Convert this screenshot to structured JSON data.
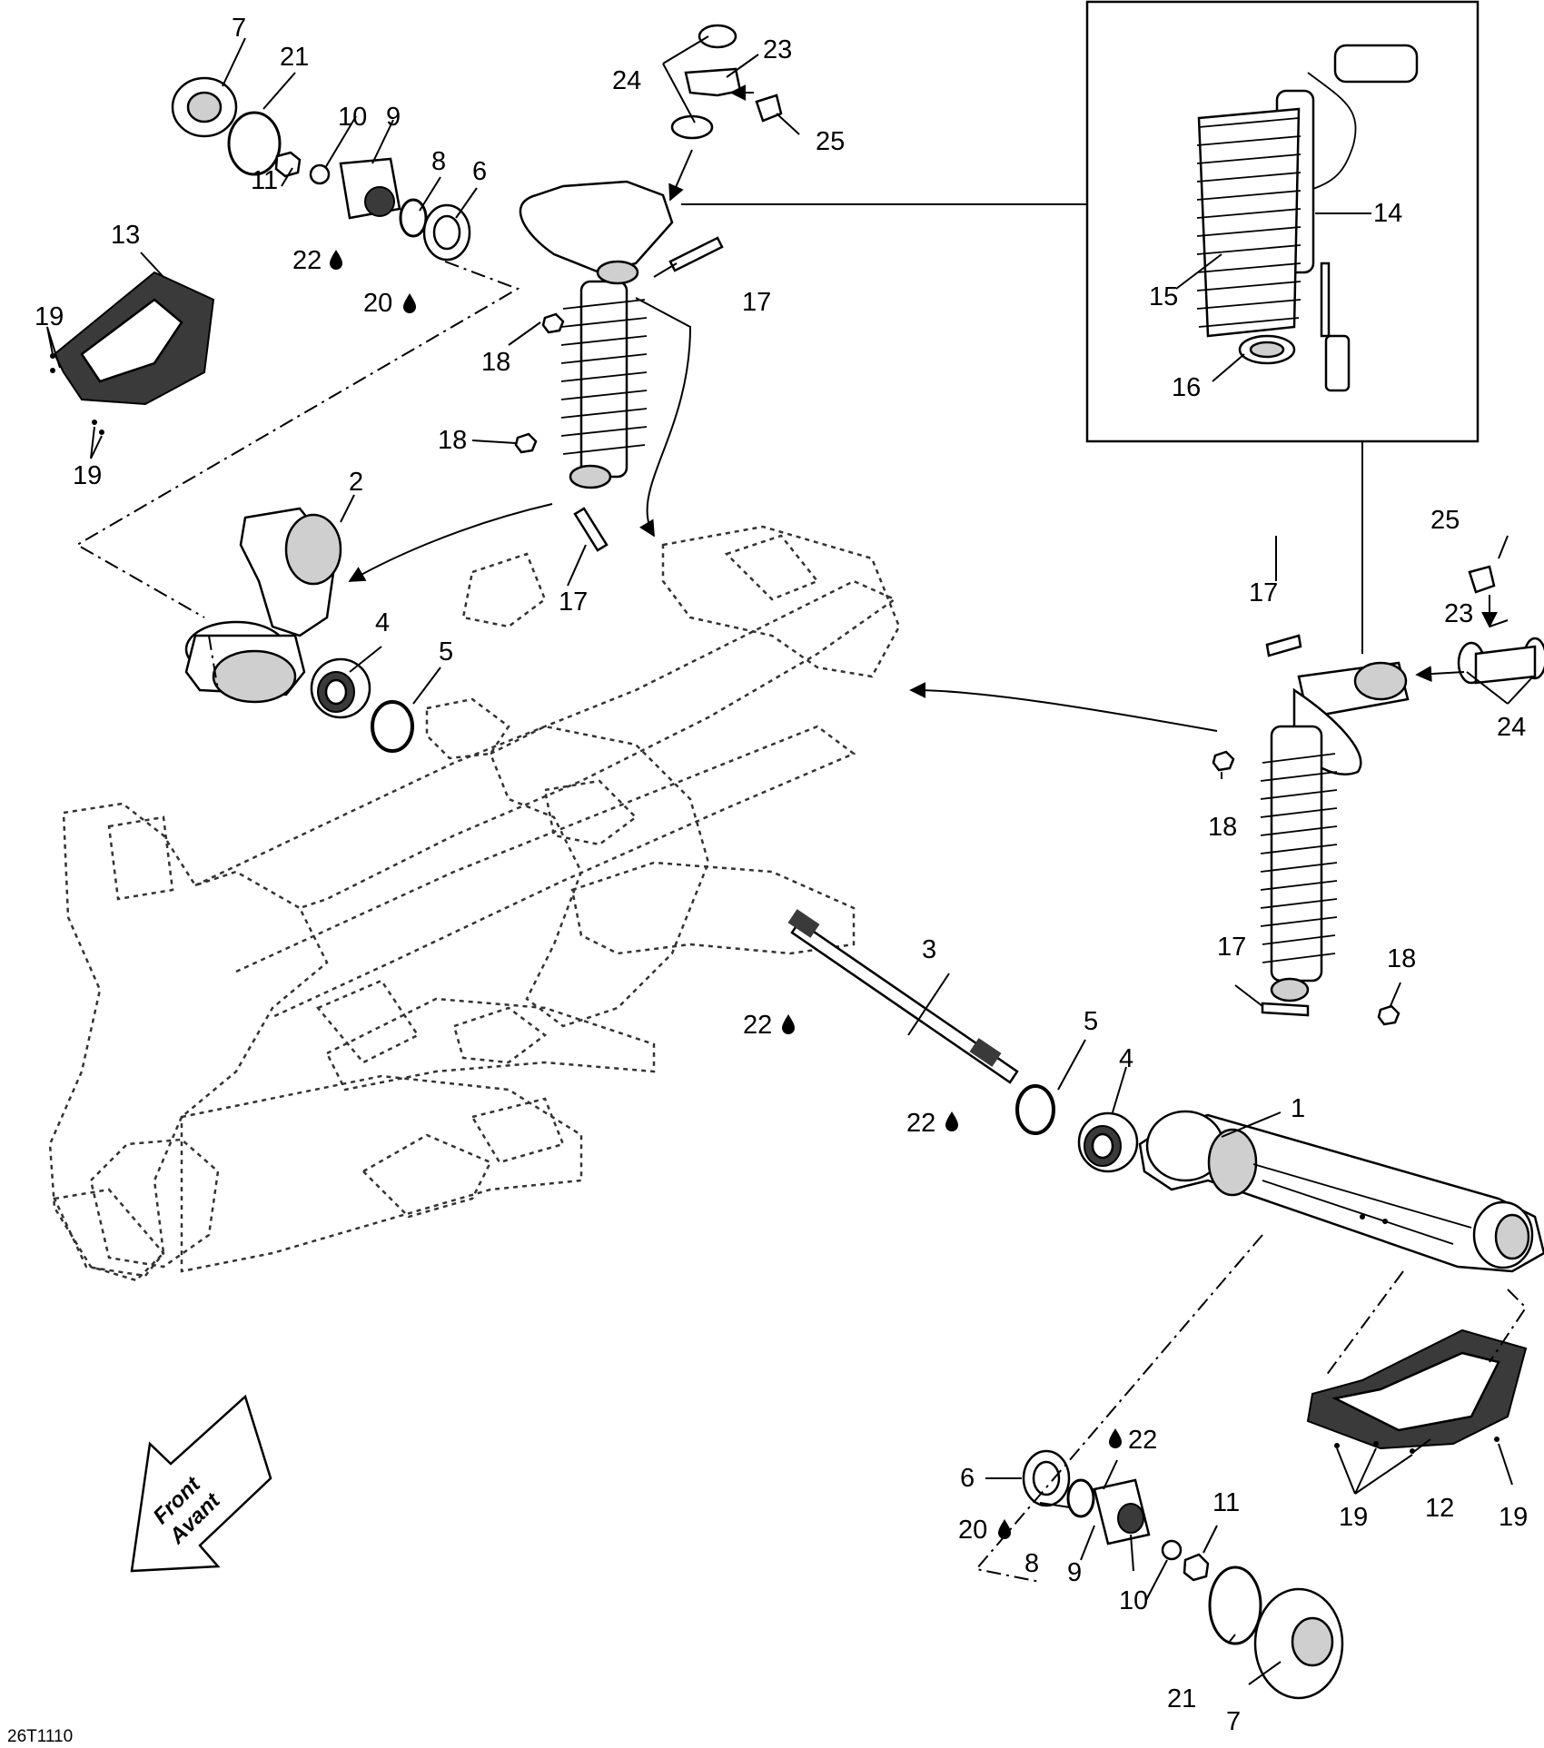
{
  "callouts": {
    "n1": "1",
    "n2": "2",
    "n3": "3",
    "n4a": "4",
    "n4b": "4",
    "n5a": "5",
    "n5b": "5",
    "n6a": "6",
    "n6b": "6",
    "n7a": "7",
    "n7b": "7",
    "n8a": "8",
    "n8b": "8",
    "n9a": "9",
    "n9b": "9",
    "n10a": "10",
    "n10b": "10",
    "n11a": "11",
    "n11b": "11",
    "n12": "12",
    "n13": "13",
    "n14": "14",
    "n15": "15",
    "n16": "16",
    "n17a": "17",
    "n17b": "17",
    "n17c": "17",
    "n17d": "17",
    "n18a": "18",
    "n18b": "18",
    "n18c": "18",
    "n18d": "18",
    "n19a": "19",
    "n19b": "19",
    "n19c": "19",
    "n19d": "19",
    "n20a": "20",
    "n20b": "20",
    "n21a": "21",
    "n21b": "21",
    "n22a": "22",
    "n22b": "22",
    "n22c": "22",
    "n22d": "22",
    "n23a": "23",
    "n23b": "23",
    "n24a": "24",
    "n24b": "24",
    "n25a": "25",
    "n25b": "25"
  },
  "front_arrow": {
    "line1": "Front",
    "line2": "Avant"
  },
  "figure_code": "26T1110",
  "icons": {
    "lubricant": "drop-icon"
  },
  "colors": {
    "ink": "#000000",
    "paper": "#ffffff",
    "part_fill": "#cfcfcf"
  }
}
